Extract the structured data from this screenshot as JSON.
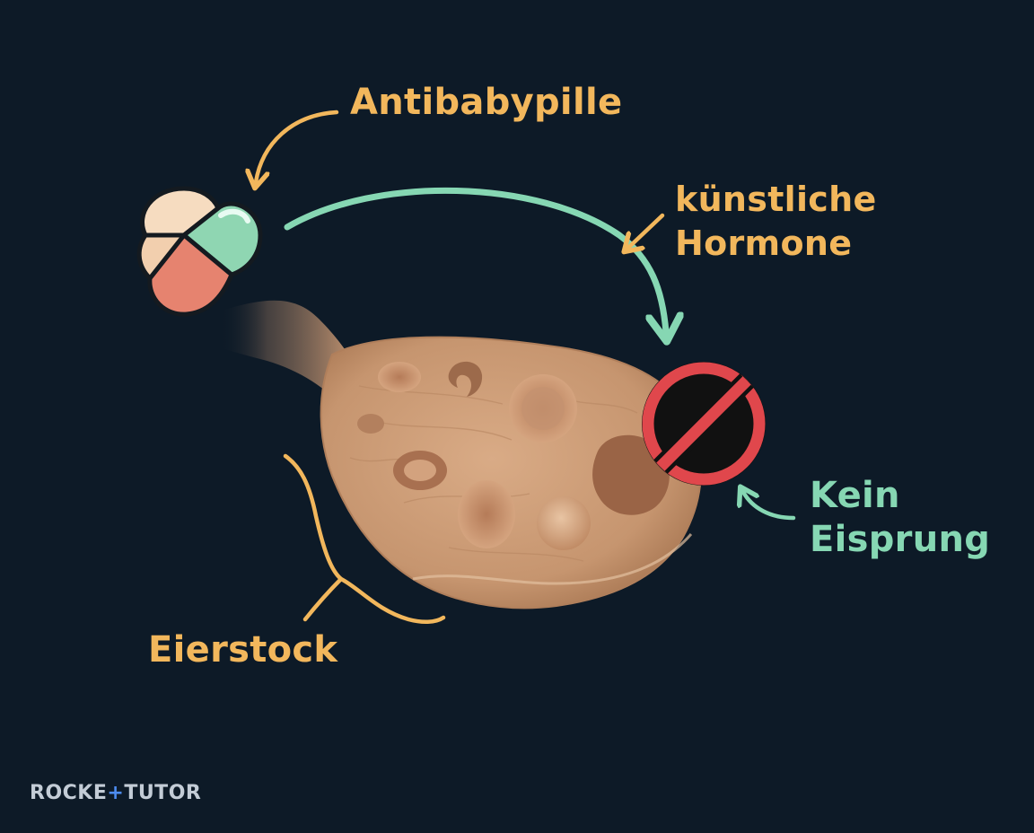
{
  "labels": {
    "pill": "Antibabypille",
    "hormones_line1": "künstliche",
    "hormones_line2": "Hormone",
    "no_ovulation_line1": "Kein",
    "no_ovulation_line2": "Eisprung",
    "ovary": "Eierstock"
  },
  "brand": {
    "part1": "ROCKE",
    "accent": "+",
    "part2": "TUT",
    "accent2": "O",
    "part3": "R"
  },
  "icons": {
    "pill": "four-piece-pill-icon",
    "prohibition": "prohibition-icon",
    "ovary": "ovary-illustration"
  },
  "colors": {
    "background": "#0d1a27",
    "orange_label": "#f2b75c",
    "green_label": "#86d7b3",
    "prohibition_red": "#e0474c",
    "ovary_tissue": "#c99a75",
    "pill_cream": "#f6dcc0",
    "pill_green": "#8fd6b2",
    "pill_red": "#e6836f"
  }
}
